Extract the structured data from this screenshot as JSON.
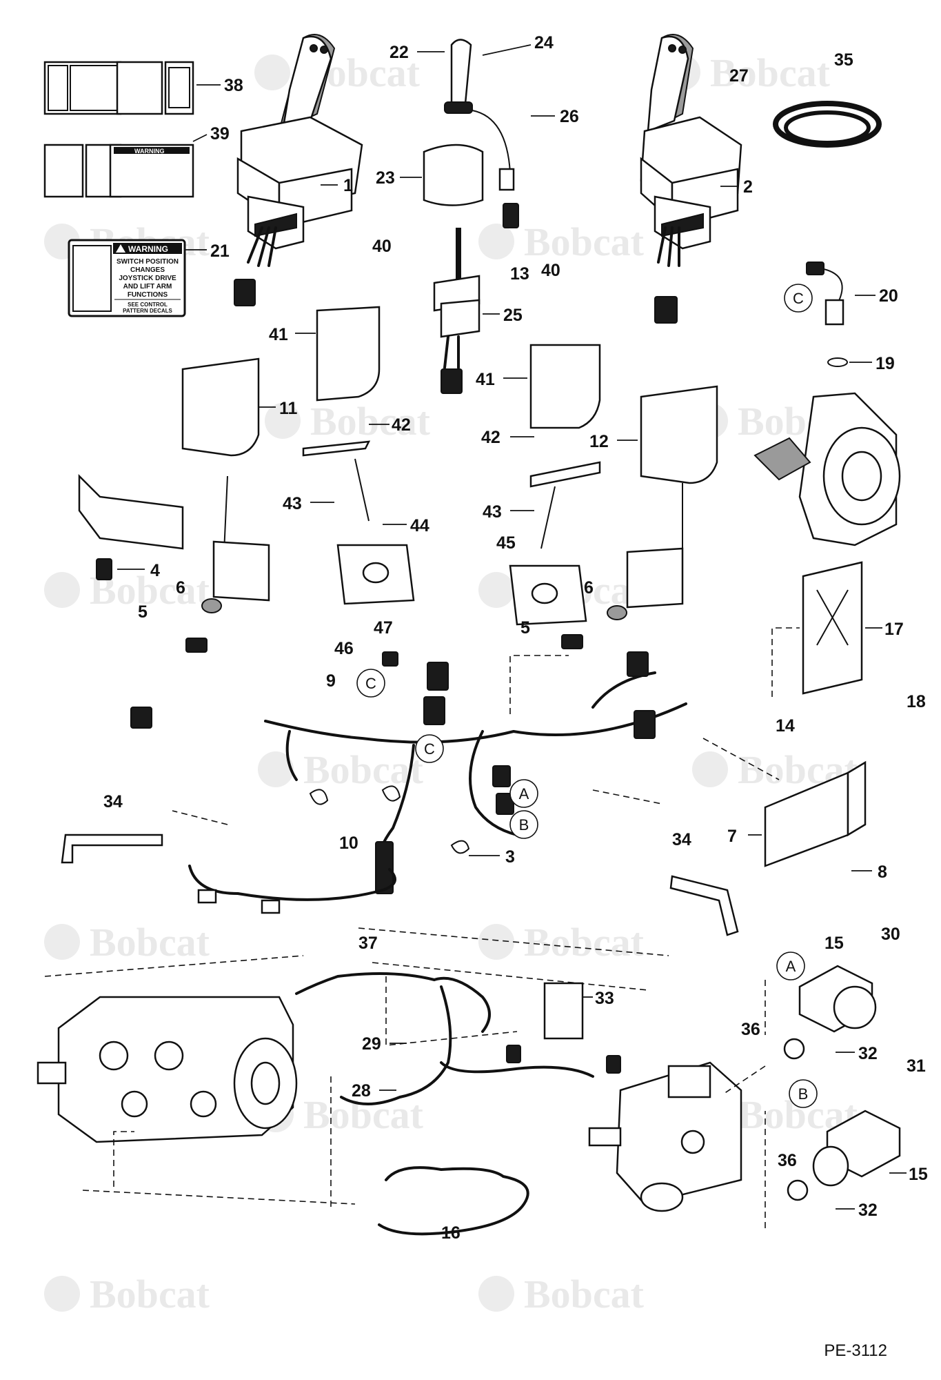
{
  "watermark": {
    "text": "Bobcat"
  },
  "page_code": "PE-3112",
  "decal_21": {
    "header": "WARNING",
    "lines": [
      "SWITCH POSITION",
      "CHANGES",
      "JOYSTICK DRIVE",
      "AND LIFT ARM",
      "FUNCTIONS"
    ],
    "footer_lines": [
      "SEE CONTROL",
      "PATTERN DECALS"
    ]
  },
  "decal_39": {
    "header": "WARNING"
  },
  "circle_refs": [
    "A",
    "B",
    "C"
  ],
  "callouts": [
    "1",
    "2",
    "3",
    "4",
    "5",
    "6",
    "7",
    "8",
    "9",
    "10",
    "11",
    "12",
    "13",
    "14",
    "15",
    "16",
    "17",
    "18",
    "19",
    "20",
    "21",
    "22",
    "23",
    "24",
    "25",
    "26",
    "27",
    "28",
    "29",
    "30",
    "31",
    "32",
    "33",
    "34",
    "35",
    "36",
    "37",
    "38",
    "39",
    "40",
    "41",
    "42",
    "43",
    "44",
    "45",
    "46",
    "47"
  ],
  "icons": [
    "bobcat-logo-icon"
  ]
}
